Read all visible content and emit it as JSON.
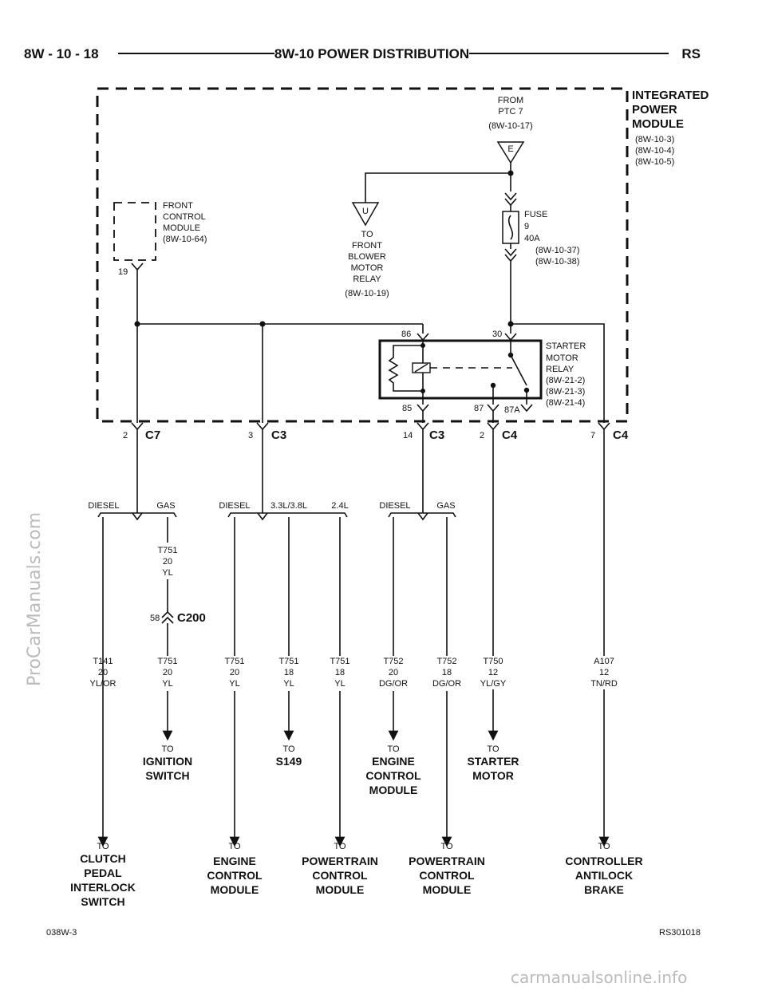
{
  "header": {
    "left": "8W - 10 - 18",
    "center": "8W-10 POWER DISTRIBUTION",
    "right": "RS"
  },
  "footer": {
    "left": "038W-3",
    "right": "RS301018"
  },
  "watermarks": {
    "side": "ProCarManuals.com",
    "bottom": "carmanualsonline.info"
  },
  "ipm": {
    "title": [
      "INTEGRATED",
      "POWER",
      "MODULE"
    ],
    "refs": [
      "(8W-10-3)",
      "(8W-10-4)",
      "(8W-10-5)"
    ]
  },
  "from_ptc": [
    "FROM",
    "PTC 7",
    "(8W-10-17)"
  ],
  "ptc_letter": "E",
  "fcm": {
    "lines": [
      "FRONT",
      "CONTROL",
      "MODULE",
      "(8W-10-64)"
    ],
    "pin": "19"
  },
  "blower": {
    "letter": "U",
    "lines": [
      "TO",
      "FRONT",
      "BLOWER",
      "MOTOR",
      "RELAY",
      "(8W-10-19)"
    ]
  },
  "fuse": {
    "lines": [
      "FUSE",
      "9",
      "40A"
    ],
    "refs": [
      "(8W-10-37)",
      "(8W-10-38)"
    ]
  },
  "relay": {
    "lines": [
      "STARTER",
      "MOTOR",
      "RELAY",
      "(8W-21-2)",
      "(8W-21-3)",
      "(8W-21-4)"
    ],
    "pins": {
      "p86": "86",
      "p30": "30",
      "p85": "85",
      "p87": "87",
      "p87a": "87A"
    }
  },
  "connectors": [
    {
      "pin": "2",
      "name": "C7"
    },
    {
      "pin": "3",
      "name": "C3"
    },
    {
      "pin": "14",
      "name": "C3"
    },
    {
      "pin": "2",
      "name": "C4"
    },
    {
      "pin": "7",
      "name": "C4"
    }
  ],
  "splits": {
    "s1": [
      "DIESEL",
      "GAS"
    ],
    "s2": [
      "DIESEL",
      "3.3L/3.8L",
      "2.4L"
    ],
    "s3": [
      "DIESEL",
      "GAS"
    ]
  },
  "t751_upper": [
    "T751",
    "20",
    "YL"
  ],
  "c200": {
    "pin": "58",
    "name": "C200"
  },
  "wires": [
    {
      "circuit": "T141",
      "gauge": "20",
      "color": "YL/OR"
    },
    {
      "circuit": "T751",
      "gauge": "20",
      "color": "YL"
    },
    {
      "circuit": "T751",
      "gauge": "20",
      "color": "YL"
    },
    {
      "circuit": "T751",
      "gauge": "18",
      "color": "YL"
    },
    {
      "circuit": "T751",
      "gauge": "18",
      "color": "YL"
    },
    {
      "circuit": "T752",
      "gauge": "20",
      "color": "DG/OR"
    },
    {
      "circuit": "T752",
      "gauge": "18",
      "color": "DG/OR"
    },
    {
      "circuit": "T750",
      "gauge": "12",
      "color": "YL/GY"
    },
    {
      "circuit": "A107",
      "gauge": "12",
      "color": "TN/RD"
    }
  ],
  "dest_mid": [
    {
      "to": "TO",
      "lines": [
        "IGNITION",
        "SWITCH"
      ]
    },
    {
      "to": "TO",
      "lines": [
        "S149"
      ]
    },
    {
      "to": "TO",
      "lines": [
        "ENGINE",
        "CONTROL",
        "MODULE"
      ]
    },
    {
      "to": "TO",
      "lines": [
        "STARTER",
        "MOTOR"
      ]
    }
  ],
  "dest_bottom": [
    {
      "to": "TO",
      "lines": [
        "CLUTCH",
        "PEDAL",
        "INTERLOCK",
        "SWITCH"
      ]
    },
    {
      "to": "TO",
      "lines": [
        "ENGINE",
        "CONTROL",
        "MODULE"
      ]
    },
    {
      "to": "TO",
      "lines": [
        "POWERTRAIN",
        "CONTROL",
        "MODULE"
      ]
    },
    {
      "to": "TO",
      "lines": [
        "POWERTRAIN",
        "CONTROL",
        "MODULE"
      ]
    },
    {
      "to": "TO",
      "lines": [
        "CONTROLLER",
        "ANTILOCK",
        "BRAKE"
      ]
    }
  ]
}
